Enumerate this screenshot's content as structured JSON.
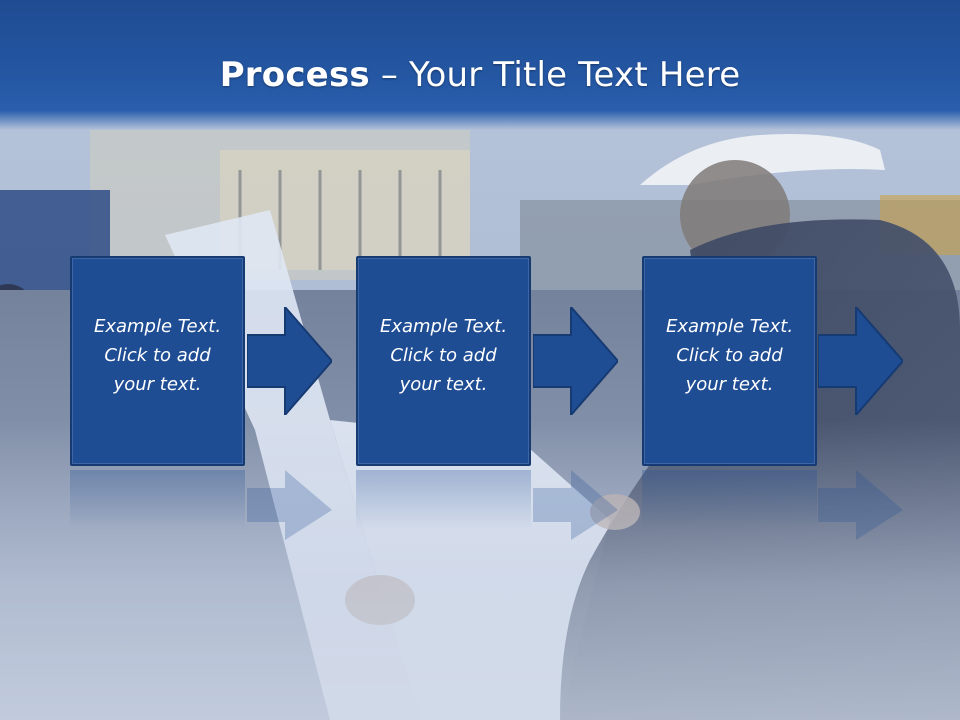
{
  "slide": {
    "title_bold": "Process",
    "title_rest": " – Your Title Text Here",
    "steps": [
      {
        "line1": "Example Text.",
        "line2": "Click  to add",
        "line3": "your text."
      },
      {
        "line1": "Example Text.",
        "line2": "Click  to add",
        "line3": "your text."
      },
      {
        "line1": "Example Text.",
        "line2": "Click  to add",
        "line3": "your text."
      }
    ]
  },
  "colors": {
    "title_bar": "#2457a3",
    "box_fill": "#1f4d94",
    "box_border": "#163a72",
    "text": "#ffffff"
  },
  "icons": [
    "right-arrow-icon"
  ]
}
